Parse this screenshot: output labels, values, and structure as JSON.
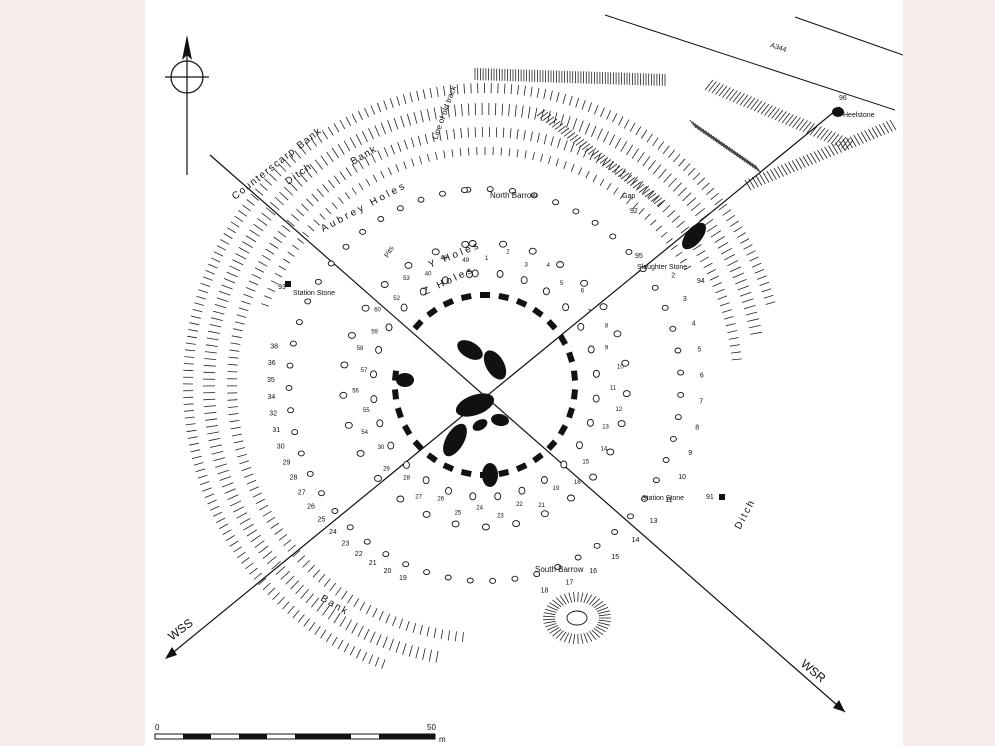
{
  "labels": {
    "counterscarp_bank": "Counterscarp Bank",
    "ditch_top": "Ditch",
    "bank_top": "Bank",
    "aubrey_holes": "Aubrey Holes",
    "line_of_old_track": "Line of old track",
    "north_barrow": "North Barrow",
    "gap": "Gap",
    "heelstone": "Heelstone",
    "heelstone_no": "96",
    "a344": "A344",
    "y_holes": "Y Holes",
    "z_holes": "Z Holes",
    "pits": "Pits",
    "station_stone_93": "Station Stone",
    "station_stone_91": "Station Stone",
    "slaughter_stone": "Slaughter Stone",
    "south_barrow": "South Barrow",
    "bank_bottom": "Bank",
    "ditch_right": "Ditch",
    "wss": "WSS",
    "wsr": "WSR",
    "scale_start": "0",
    "scale_end": "50",
    "scale_unit": "m"
  },
  "stone_numbers": {
    "num_93": "93",
    "num_91": "91",
    "num_95": "95",
    "num_94": "94",
    "num_92": "92",
    "outer_left": [
      "38",
      "36",
      "35",
      "34",
      "32",
      "31",
      "30",
      "29",
      "28",
      "27",
      "26",
      "25",
      "24",
      "23",
      "22",
      "21",
      "20",
      "19"
    ],
    "outer_right": [
      "2",
      "3",
      "4",
      "5",
      "6",
      "7",
      "8",
      "9",
      "10",
      "11",
      "13",
      "14",
      "15",
      "16",
      "17",
      "18"
    ],
    "inner_stones": [
      "1",
      "2",
      "3",
      "4",
      "5",
      "6",
      "7",
      "8",
      "9",
      "10",
      "11",
      "12",
      "13",
      "14",
      "15",
      "16",
      "19",
      "21",
      "22",
      "23",
      "24",
      "25",
      "26",
      "27",
      "28",
      "29",
      "30",
      "54",
      "55",
      "56",
      "57",
      "58",
      "59",
      "60",
      "52",
      "53",
      "40",
      "48",
      "49"
    ]
  }
}
